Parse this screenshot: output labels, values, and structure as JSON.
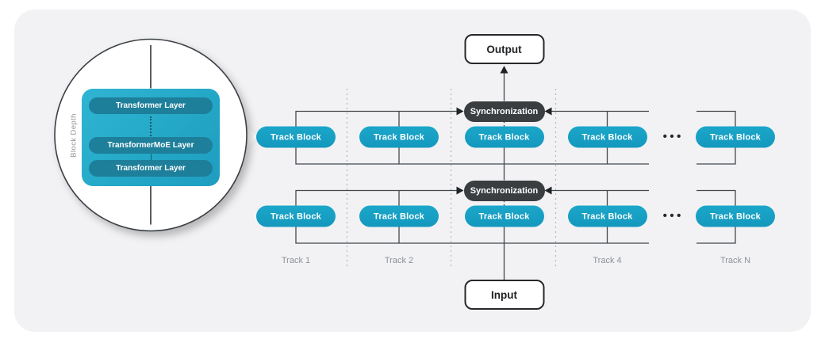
{
  "palette": {
    "canvas_bg": "#ffffff",
    "card_bg": "#f2f2f4",
    "track_block_fill": "#18a0c4",
    "sync_fill": "#3b3e41",
    "connector_line": "#43484d",
    "dashed_separator": "#b3b7ba",
    "inset_box_fill": "#24a8c7",
    "inset_pill_fill": "#1d7f9a",
    "muted_text": "#8d9297"
  },
  "magnifier": {
    "axis_label": "Block Depth",
    "layers": [
      {
        "label": "Transformer Layer"
      },
      {
        "label": "TransformerMoE Layer"
      },
      {
        "label": "Transformer Layer"
      }
    ]
  },
  "flow": {
    "output_label": "Output",
    "input_label": "Input",
    "sync_label": "Synchronization",
    "track_block_label": "Track Block",
    "ellipsis": "•••",
    "track_labels": [
      "Track 1",
      "Track 2",
      "Track 4",
      "Track N"
    ]
  }
}
